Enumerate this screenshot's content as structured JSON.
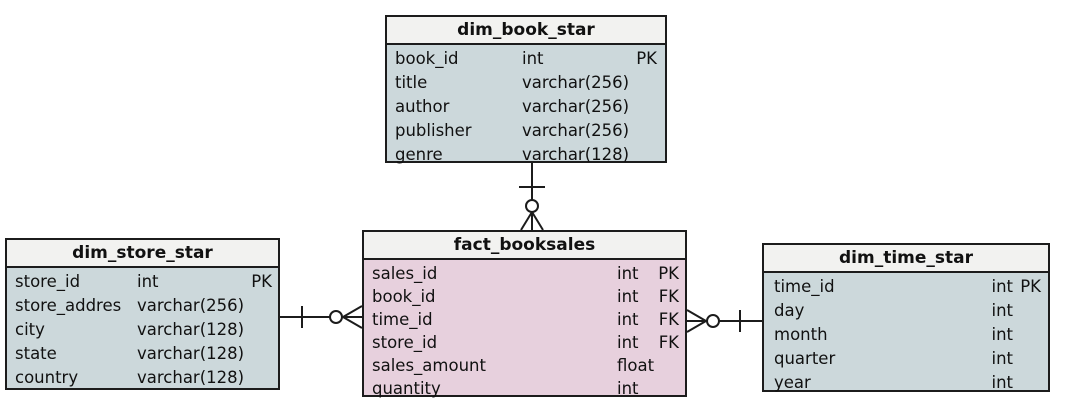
{
  "diagram": {
    "kind": "er-diagram-star-schema",
    "colors": {
      "dimension_body": "#ccd8db",
      "fact_body": "#e7d0dd",
      "header_bg": "#f2f2f0",
      "border": "#1c1c1c",
      "text": "#111111"
    },
    "tables": [
      {
        "title": "dim_book_star",
        "role": "dimension",
        "columns": [
          {
            "name": "book_id",
            "type": "int",
            "key": "PK"
          },
          {
            "name": "title",
            "type": "varchar(256)",
            "key": ""
          },
          {
            "name": "author",
            "type": "varchar(256)",
            "key": ""
          },
          {
            "name": "publisher",
            "type": "varchar(256)",
            "key": ""
          },
          {
            "name": "genre",
            "type": "varchar(128)",
            "key": ""
          }
        ]
      },
      {
        "title": "dim_store_star",
        "role": "dimension",
        "columns": [
          {
            "name": "store_id",
            "type": "int",
            "key": "PK"
          },
          {
            "name": "store_addres",
            "type": "varchar(256)",
            "key": ""
          },
          {
            "name": "city",
            "type": "varchar(128)",
            "key": ""
          },
          {
            "name": "state",
            "type": "varchar(128)",
            "key": ""
          },
          {
            "name": "country",
            "type": "varchar(128)",
            "key": ""
          }
        ]
      },
      {
        "title": "fact_booksales",
        "role": "fact",
        "columns": [
          {
            "name": "sales_id",
            "type": "int",
            "key": "PK"
          },
          {
            "name": "book_id",
            "type": "int",
            "key": "FK"
          },
          {
            "name": "time_id",
            "type": "int",
            "key": "FK"
          },
          {
            "name": "store_id",
            "type": "int",
            "key": "FK"
          },
          {
            "name": "sales_amount",
            "type": "float",
            "key": ""
          },
          {
            "name": "quantity",
            "type": "int",
            "key": ""
          }
        ]
      },
      {
        "title": "dim_time_star",
        "role": "dimension",
        "columns": [
          {
            "name": "time_id",
            "type": "int",
            "key": "PK"
          },
          {
            "name": "day",
            "type": "int",
            "key": ""
          },
          {
            "name": "month",
            "type": "int",
            "key": ""
          },
          {
            "name": "quarter",
            "type": "int",
            "key": ""
          },
          {
            "name": "year",
            "type": "int",
            "key": ""
          }
        ]
      }
    ],
    "relationships": [
      {
        "from_table": "dim_book_star",
        "to_table": "fact_booksales",
        "from_end": "one",
        "to_end": "zero-or-many",
        "notation": "crows-foot"
      },
      {
        "from_table": "dim_store_star",
        "to_table": "fact_booksales",
        "from_end": "one",
        "to_end": "zero-or-many",
        "notation": "crows-foot"
      },
      {
        "from_table": "dim_time_star",
        "to_table": "fact_booksales",
        "from_end": "one",
        "to_end": "zero-or-many",
        "notation": "crows-foot"
      }
    ]
  }
}
